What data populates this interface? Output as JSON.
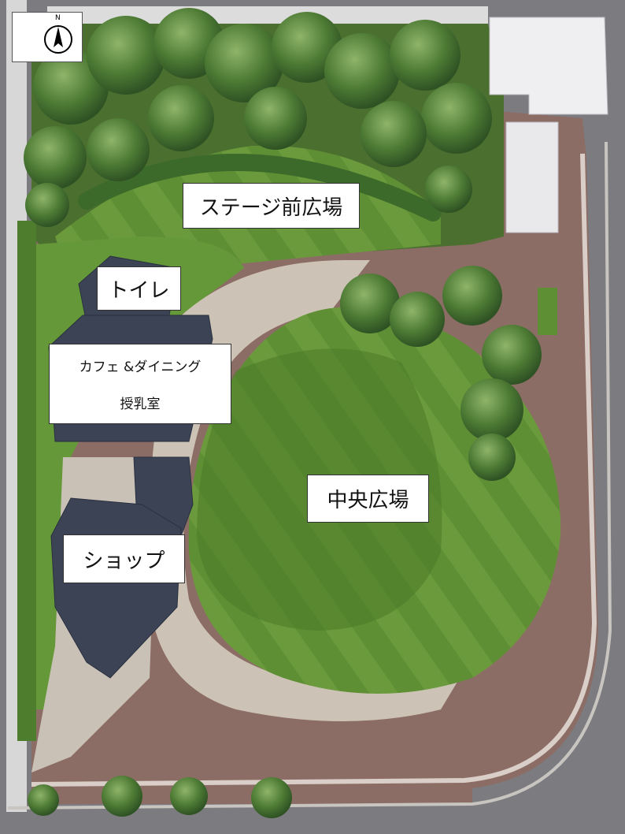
{
  "compass": {
    "north_letter": "N",
    "icon": "north-arrow-icon"
  },
  "labels": {
    "stage_plaza": "ステージ前広場",
    "toilet": "トイレ",
    "cafe_dining": "カフェ &ダイニング",
    "nursing_room": "授乳室",
    "central_plaza": "中央広場",
    "shop": "ショップ"
  },
  "colors": {
    "lawn": "#5f8f34",
    "lawn_dark": "#4a7a2a",
    "trees": "#3f6b2c",
    "brick_path": "#8c6d66",
    "light_path": "#ccc3b6",
    "roof": "#3b4355",
    "asphalt": "#7c7c80",
    "white_building": "#efeff1"
  }
}
